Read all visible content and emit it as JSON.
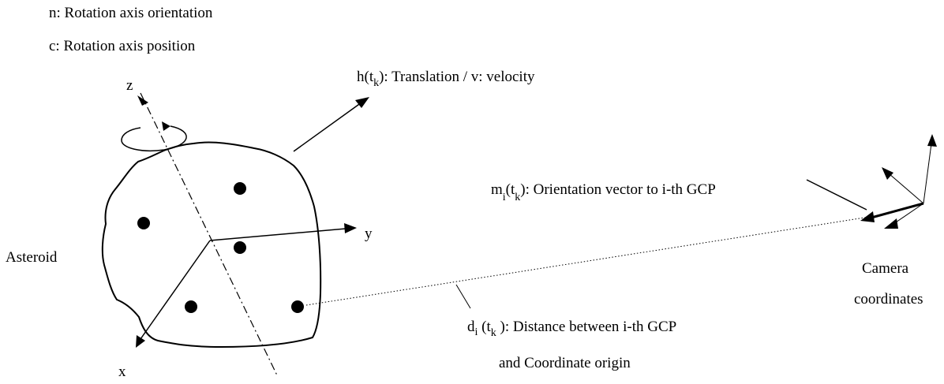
{
  "legend": {
    "n_label": "n: Rotation axis orientation",
    "c_label": "c: Rotation axis position"
  },
  "labels": {
    "asteroid": "Asteroid",
    "axis_z": "z",
    "axis_y": "y",
    "axis_x": "x",
    "translation": {
      "prefix": "h(t",
      "sub": "k",
      "suffix": "): Translation / v: velocity"
    },
    "orientation_vector": {
      "m": "m",
      "m_sub": "i",
      "open": "(t",
      "t_sub": "k",
      "suffix": "): Orientation vector to i-th GCP"
    },
    "distance": {
      "d": "d",
      "d_sub": "i",
      "open": " (t",
      "t_sub": "k",
      "suffix": " ): Distance between i-th GCP",
      "line2": "and Coordinate origin"
    },
    "camera_line1": "Camera",
    "camera_line2": "coordinates"
  }
}
